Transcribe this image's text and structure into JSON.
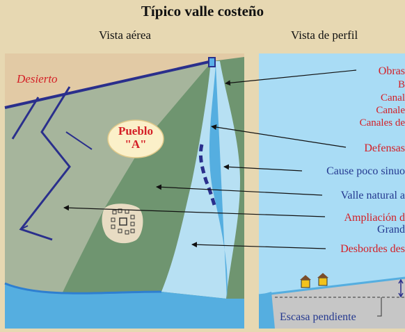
{
  "title": "Típico valle costeño",
  "views": {
    "aerial": "Vista aérea",
    "profile": "Vista de perfil"
  },
  "aerial": {
    "desert_label": "Desierto",
    "town_label_line1": "Pueblo",
    "town_label_line2": "\"A\""
  },
  "profile_labels": {
    "obras": "Obras",
    "b": "B",
    "canal1": "Canal",
    "canal2": "Canale",
    "canales_de": "Canales de",
    "defensas": "Defensas",
    "cause": "Cause poco sinuo",
    "valle": "Valle natural a",
    "ampliacion": "Ampliación d",
    "grand": "Grand",
    "desbordes": "Desbordes des",
    "escasa": "Escasa pendiente"
  },
  "colors": {
    "banner": "#e7d8b2",
    "desert": "#e2caa5",
    "field_light": "#a6b59c",
    "field_dark": "#6f9570",
    "river": "#55aee0",
    "river_light": "#b7e0f3",
    "canal": "#2a2f8c",
    "sky": "#a9dcf5",
    "red_text": "#d41f26",
    "blue_text": "#24388f"
  }
}
